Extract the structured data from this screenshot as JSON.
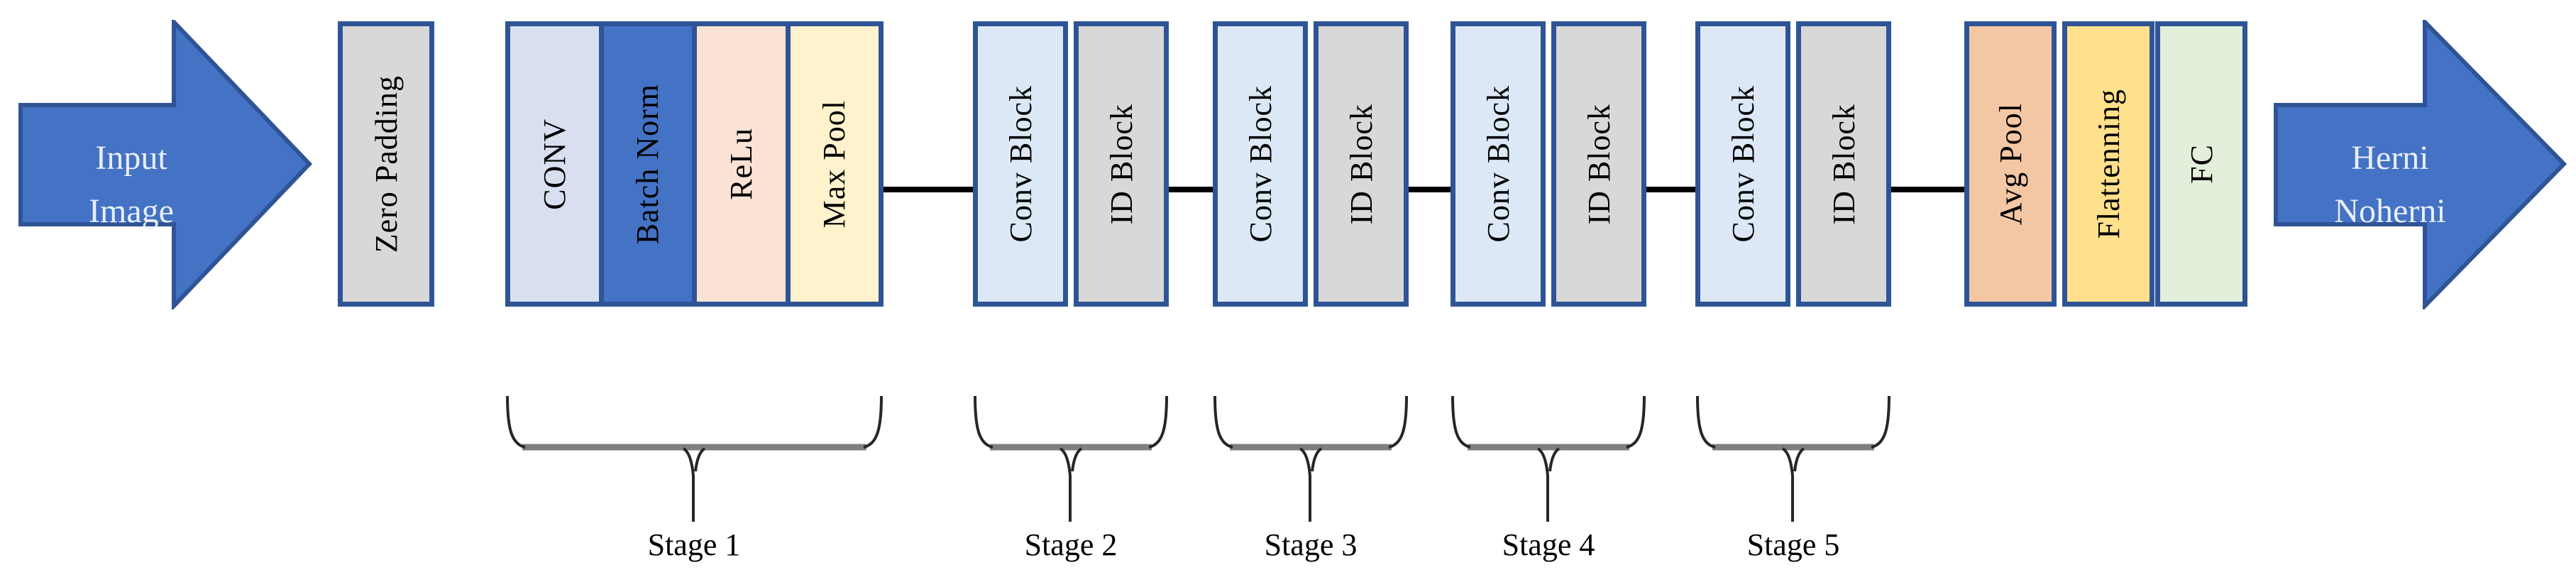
{
  "colors": {
    "background": "#FFFFFF",
    "arrow_fill": "#4472C4",
    "arrow_border": "#2F5496",
    "arrow_text": "#E8EEF9",
    "box_border": "#2F5496",
    "box_text": "#000000",
    "connector": "#000000",
    "brace_line": "#262626",
    "brace_bar": "#7F7F7F",
    "stage_label_text": "#000000"
  },
  "arrows": {
    "input": {
      "lines": [
        "Input",
        "Image"
      ]
    },
    "output": {
      "lines": [
        "Herni",
        "Noherni"
      ]
    }
  },
  "zero_padding": {
    "label": "Zero Padding",
    "fill": "#D8D8D8"
  },
  "stages": [
    {
      "name": "Stage 1",
      "blocks": [
        {
          "label": "CONV",
          "fill": "#D8DFEF"
        },
        {
          "label": "Batch Norm",
          "fill": "#4472C4"
        },
        {
          "label": "ReLu",
          "fill": "#FAE3D4"
        },
        {
          "label": "Max Pool",
          "fill": "#FFF2CC"
        }
      ]
    },
    {
      "name": "Stage 2",
      "blocks": [
        {
          "label": "Conv Block",
          "fill": "#DCE8F5"
        },
        {
          "label": "ID Block",
          "fill": "#D8D8D8"
        }
      ]
    },
    {
      "name": "Stage 3",
      "blocks": [
        {
          "label": "Conv Block",
          "fill": "#DCE8F5"
        },
        {
          "label": "ID Block",
          "fill": "#D8D8D8"
        }
      ]
    },
    {
      "name": "Stage 4",
      "blocks": [
        {
          "label": "Conv Block",
          "fill": "#DCE8F5"
        },
        {
          "label": "ID Block",
          "fill": "#D8D8D8"
        }
      ]
    },
    {
      "name": "Stage 5",
      "blocks": [
        {
          "label": "Conv Block",
          "fill": "#DCE8F5"
        },
        {
          "label": "ID Block",
          "fill": "#D8D8D8"
        }
      ]
    }
  ],
  "head": {
    "blocks": [
      {
        "label": "Avg Pool",
        "fill": "#F4C7A4"
      },
      {
        "label": "Flattenning",
        "fill": "#FFE08C"
      },
      {
        "label": "FC",
        "fill": "#E2EFDA"
      }
    ]
  }
}
